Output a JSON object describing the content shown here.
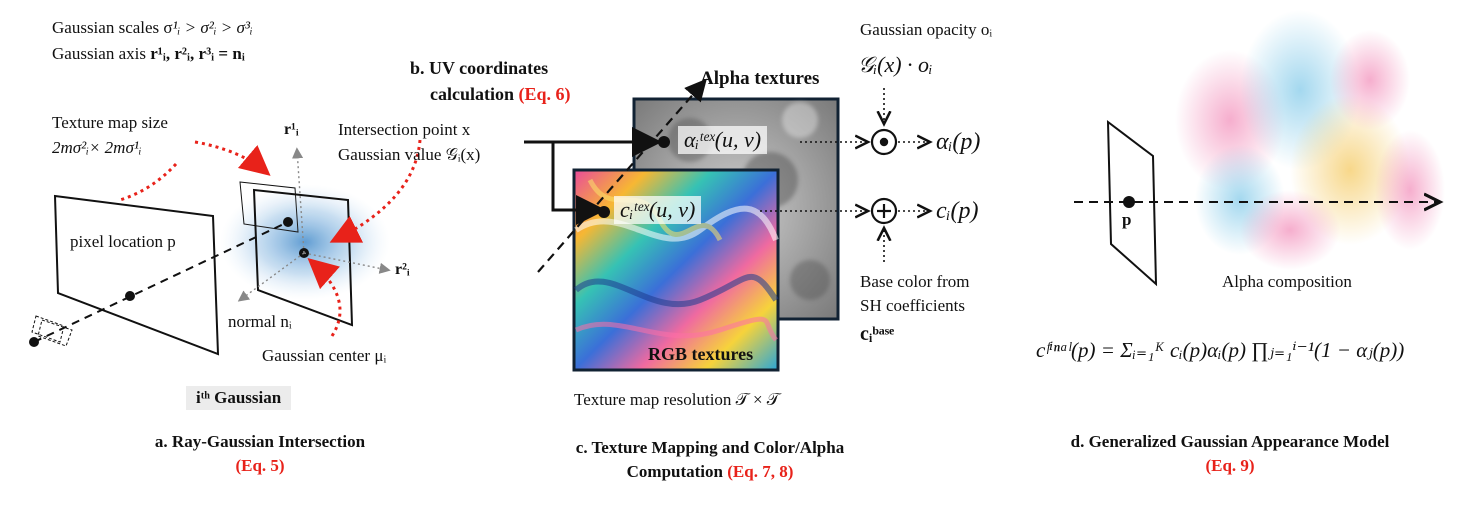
{
  "panel_a": {
    "scales_label": "Gaussian scales σ",
    "scales_math": "¹ᵢ > σ²ᵢ > σ³ᵢ",
    "axis_label": "Gaussian axis",
    "axis_math": "r¹ᵢ, r²ᵢ, r³ᵢ = nᵢ",
    "texmap_size_label": "Texture map size",
    "texmap_size_math": "2mσ²ᵢ× 2mσ¹ᵢ",
    "intersection_label": "Intersection point x",
    "gaussian_value_label": "Gaussian value 𝒢ᵢ(x)",
    "pixel_location": "pixel location p",
    "r1": "r¹ᵢ",
    "r2": "r²ᵢ",
    "normal": "normal nᵢ",
    "center": "Gaussian center μᵢ",
    "ith": "iᵗʰ Gaussian",
    "caption": "a. Ray-Gaussian Intersection",
    "caption_eq": "(Eq. 5)"
  },
  "panel_b": {
    "title_line1": "b. UV coordinates",
    "title_line2": "calculation",
    "title_eq": "(Eq. 6)"
  },
  "panel_c": {
    "alpha_textures": "Alpha textures",
    "rgb_textures": "RGB textures",
    "alpha_tex_fn": "αᵢᵗᵉˣ(u, v)",
    "color_tex_fn": "cᵢᵗᵉˣ(u, v)",
    "opacity_label": "Gaussian opacity oᵢ",
    "opacity_prod": "𝒢ᵢ(x) · oᵢ",
    "alpha_out": "αᵢ(p)",
    "color_out": "cᵢ(p)",
    "base_color_1": "Base color from",
    "base_color_2": "SH coefficients",
    "base_color_3": "cᵢᵇᵃˢᵉ",
    "resolution": "Texture map resolution 𝒯 × 𝒯",
    "caption_line1": "c. Texture Mapping and Color/Alpha",
    "caption_line2": "Computation",
    "caption_eq": "(Eq. 7, 8)",
    "mul_symbol": "⊙",
    "add_symbol": "⊕"
  },
  "panel_d": {
    "p_label": "p",
    "alpha_composition": "Alpha composition",
    "formula": "cᶠⁱⁿᵃˡ(p) = Σᵢ₌₁ᴷ cᵢ(p)αᵢ(p) ∏ⱼ₌₁ⁱ⁻¹(1 − αⱼ(p))",
    "caption": "d. Generalized Gaussian Appearance Model",
    "caption_eq": "(Eq. 9)"
  },
  "colors": {
    "accent_red": "#e8221a",
    "gaussian_blue": "#3b86c8",
    "box_gray": "#ececec"
  }
}
